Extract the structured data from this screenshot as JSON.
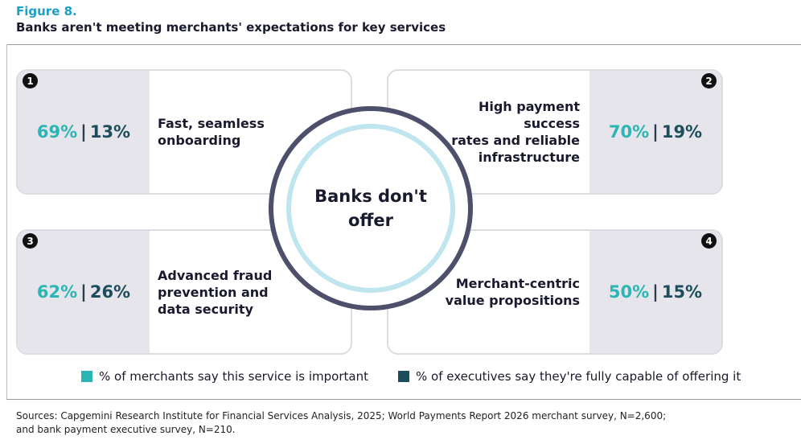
{
  "figure": {
    "label": "Figure 8.",
    "title": "Banks aren't meeting merchants' expectations for key services"
  },
  "center_label": {
    "line1": "Banks don't",
    "line2": "offer"
  },
  "colors": {
    "merchants": "#2bb5b3",
    "executives": "#1d4d5c",
    "ring_outer": "#4d4f6b",
    "ring_inner": "#bfe5ee",
    "card_band": "#e6e5ec"
  },
  "legend": {
    "merchants": "% of merchants say this service is important",
    "executives": "% of executives say they're fully capable of offering it"
  },
  "sources": {
    "line1": "Sources: Capgemini Research Institute for Financial Services Analysis, 2025; World Payments Report 2026 merchant survey, N=2,600;",
    "line2": "and bank payment executive survey, N=210."
  },
  "chart_data": {
    "type": "table",
    "series": [
      {
        "name": "% of merchants say this service is important",
        "values": [
          69,
          70,
          62,
          50
        ]
      },
      {
        "name": "% of executives say they're fully capable of offering it",
        "values": [
          13,
          19,
          26,
          15
        ]
      }
    ],
    "items": [
      {
        "number": "1",
        "service_lines": [
          "Fast, seamless",
          "onboarding"
        ],
        "merchants": "69%",
        "executives": "13%"
      },
      {
        "number": "2",
        "service_lines": [
          "High payment success",
          "rates and reliable",
          "infrastructure"
        ],
        "merchants": "70%",
        "executives": "19%"
      },
      {
        "number": "3",
        "service_lines": [
          "Advanced fraud",
          "prevention and",
          "data security"
        ],
        "merchants": "62%",
        "executives": "26%"
      },
      {
        "number": "4",
        "service_lines": [
          "Merchant-centric",
          "value propositions"
        ],
        "merchants": "50%",
        "executives": "15%"
      }
    ]
  }
}
